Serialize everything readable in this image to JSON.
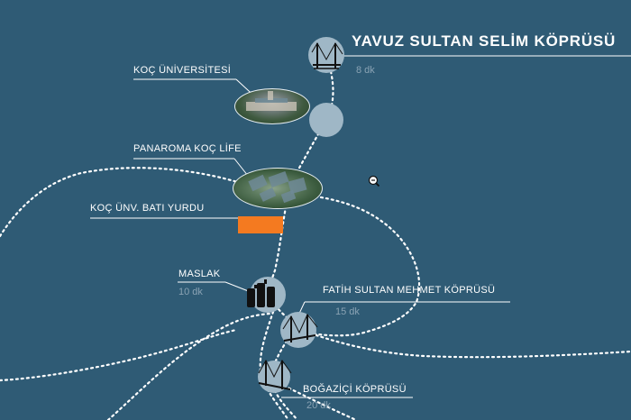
{
  "title": "YAVUZ SULTAN SELİM KÖPRÜSÜ",
  "colors": {
    "background": "#2f5b75",
    "route": "#ffffff",
    "node_circle": "#9fb7c6",
    "accent_orange": "#f47a20",
    "subtext": "#8aa3b4"
  },
  "places": {
    "yavuz": {
      "time": "8 dk",
      "icon": "bridge-icon"
    },
    "koc_universitesi": {
      "label": "KOÇ ÜNİVERSİTESİ",
      "icon": "campus-photo"
    },
    "panaroma": {
      "label": "PANAROMA KOÇ LİFE",
      "icon": "campus-photo"
    },
    "bati_yurdu": {
      "label": "KOÇ ÜNV. BATI YURDU",
      "icon": "orange-marker"
    },
    "maslak": {
      "label": "MASLAK",
      "time": "10 dk",
      "icon": "skyscrapers-icon"
    },
    "fsm": {
      "label": "FATİH SULTAN  MEHMET KÖPRÜSÜ",
      "time": "15 dk",
      "icon": "bridge-icon"
    },
    "bogazici": {
      "label": "BOĞAZİÇİ KÖPRÜSÜ",
      "time": "20 dk",
      "icon": "bridge-icon"
    }
  },
  "cursor_icon": "zoom-out-cursor-icon"
}
